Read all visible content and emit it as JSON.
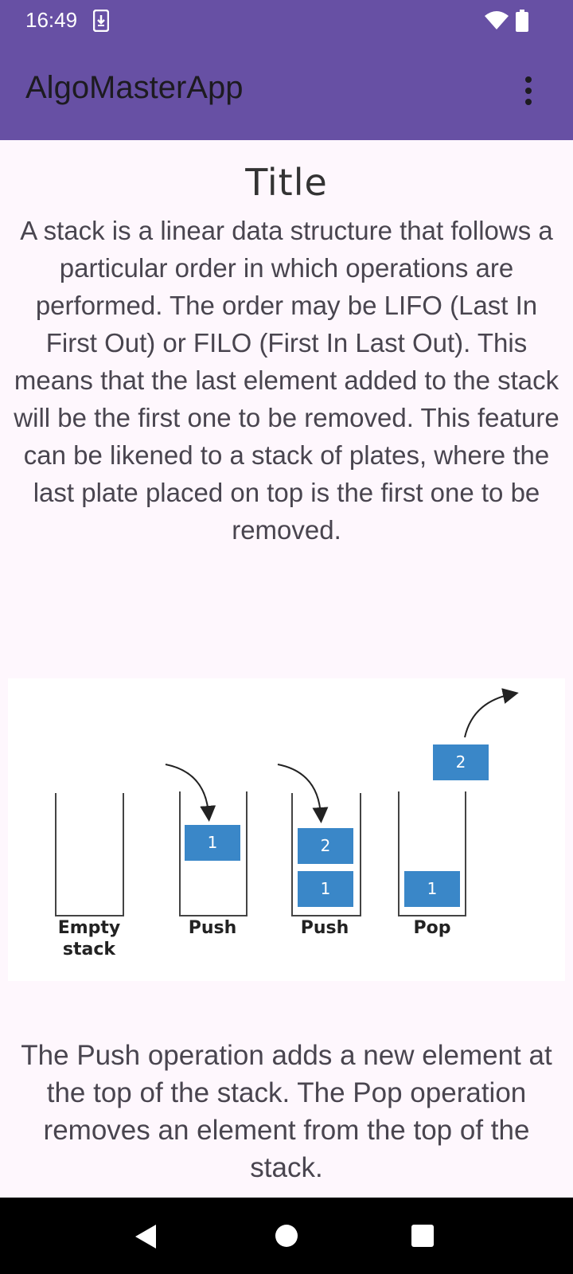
{
  "status_bar": {
    "time": "16:49"
  },
  "app_bar": {
    "title": "AlgoMasterApp"
  },
  "content": {
    "title": "Title",
    "intro": "A stack is a linear data structure that follows a particular order in which operations are performed. The order may be LIFO (Last In First Out) or FILO (First In Last Out). This means that the last element added to the stack will be the first one to be removed. This feature can be likened to a stack of plates, where the last plate placed on top is the first one to be removed.",
    "diagram": {
      "labels": [
        "Empty",
        "stack",
        "Push",
        "Push",
        "Pop"
      ],
      "blocks": [
        "1",
        "2",
        "1",
        "1",
        "2"
      ]
    },
    "second_paragraph": "The Push operation adds a new element at the top of the stack. The Pop operation removes an element from the top of the stack."
  },
  "colors": {
    "primary": "#6750a4",
    "block_blue": "#3a87c8",
    "background": "#fef7fd"
  }
}
